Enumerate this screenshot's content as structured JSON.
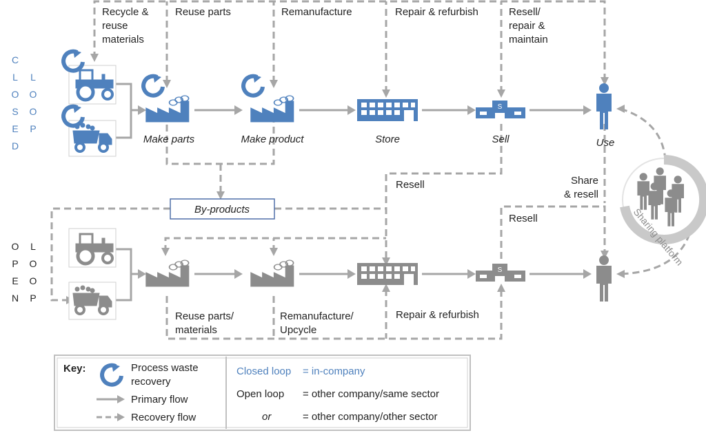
{
  "colors": {
    "blue": "#4f81bd",
    "gray": "#8c8c8c",
    "flow_gray": "#a6a6a6"
  },
  "closed_loop_label": [
    "C",
    "L",
    "O",
    "S",
    "E",
    "D",
    "L",
    "O",
    "O",
    "P"
  ],
  "open_loop_label": [
    "O",
    "P",
    "E",
    "N",
    "L",
    "O",
    "O",
    "P"
  ],
  "closed": {
    "make_parts": "Make parts",
    "make_product": "Make product",
    "store": "Store",
    "sell": "Sell",
    "use": "Use"
  },
  "top_labels": {
    "recycle": [
      "Recycle &",
      "reuse",
      "materials"
    ],
    "reuse_parts": "Reuse parts",
    "remanufacture": "Remanufacture",
    "repair_refurbish": "Repair & refurbish",
    "resell_repair": [
      "Resell/",
      "repair &",
      "maintain"
    ]
  },
  "middle_labels": {
    "resell_left": "Resell",
    "share_resell": [
      "Share",
      "& resell"
    ],
    "resell_right": "Resell",
    "by_products": "By-products",
    "sharing_platform": "Sharing platform"
  },
  "bottom_labels": {
    "reuse_parts_materials": [
      "Reuse parts/",
      "materials"
    ],
    "remanufacture_upcycle": [
      "Remanufacture/",
      "Upcycle"
    ],
    "repair_refurbish": "Repair & refurbish"
  },
  "key": {
    "title": "Key:",
    "process_waste": [
      "Process waste",
      "recovery"
    ],
    "primary_flow": "Primary flow",
    "recovery_flow": "Recovery flow",
    "closed_loop": "Closed loop",
    "closed_def": "= in-company",
    "open_loop": "Open loop",
    "open_def": "= other company/same sector",
    "or": "or",
    "or_def": "= other company/other sector"
  }
}
